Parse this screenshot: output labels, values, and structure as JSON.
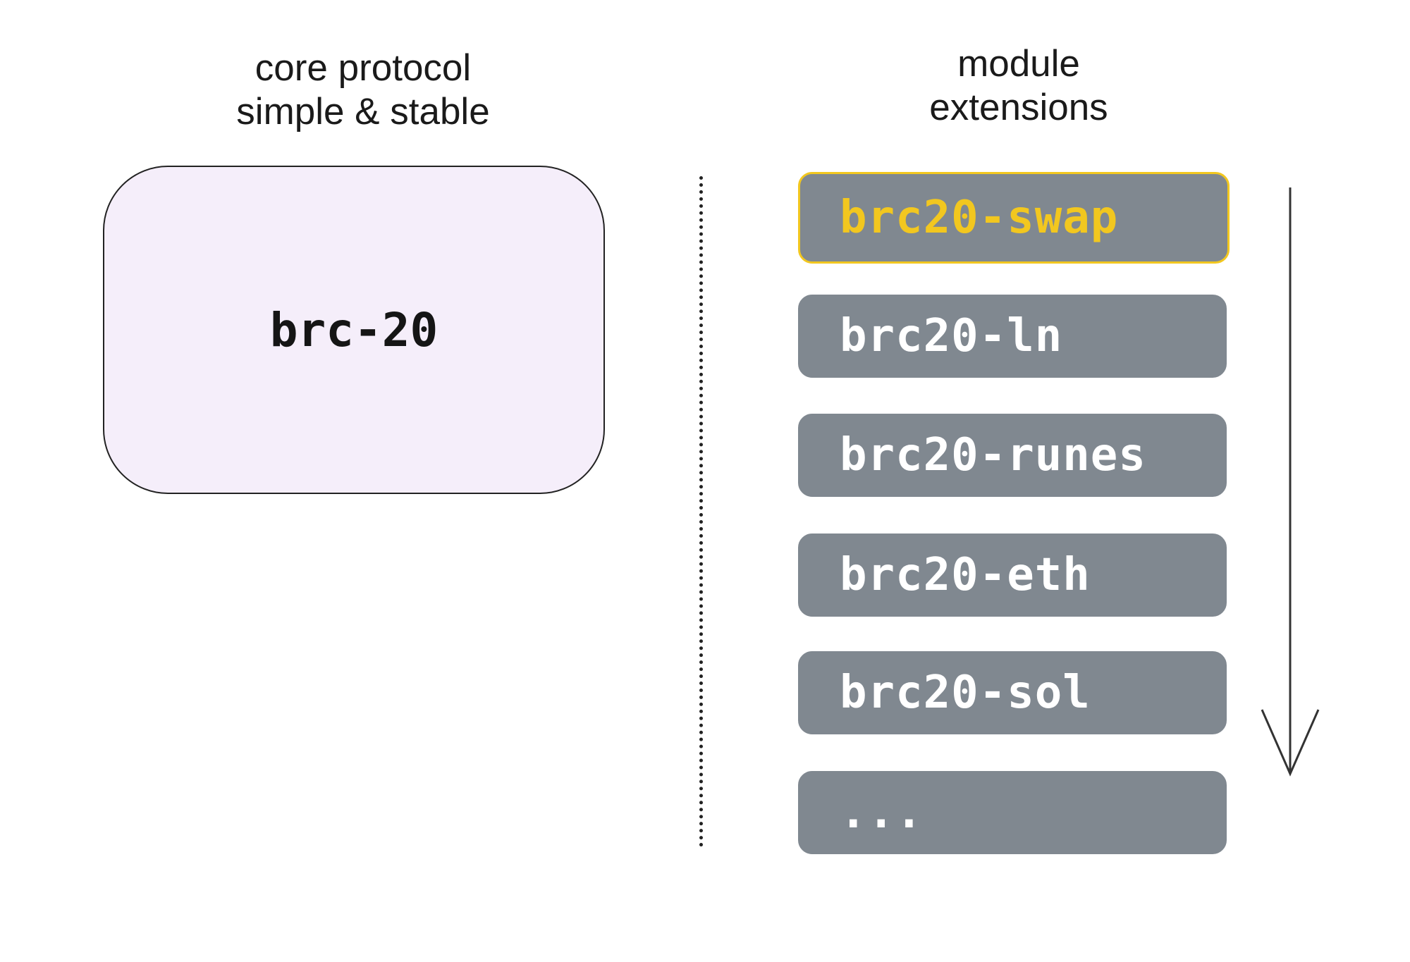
{
  "core": {
    "heading_line1": "core protocol",
    "heading_line2": "simple & stable",
    "label": "brc-20",
    "fill_color": "#f5eefa",
    "border_color": "#222222"
  },
  "modules": {
    "heading_line1": "module",
    "heading_line2": "extensions",
    "box_color": "#808890",
    "items": [
      {
        "label": "brc20-swap",
        "text_color": "#f2c71f",
        "border_color": "#f2c71f",
        "highlighted": true
      },
      {
        "label": "brc20-ln",
        "text_color": "#ffffff"
      },
      {
        "label": "brc20-runes",
        "text_color": "#ffffff"
      },
      {
        "label": "brc20-eth",
        "text_color": "#ffffff"
      },
      {
        "label": "brc20-sol",
        "text_color": "#ffffff"
      },
      {
        "label": "...",
        "text_color": "#ffffff"
      }
    ]
  },
  "arrow": {
    "direction": "down",
    "color": "#333333"
  }
}
